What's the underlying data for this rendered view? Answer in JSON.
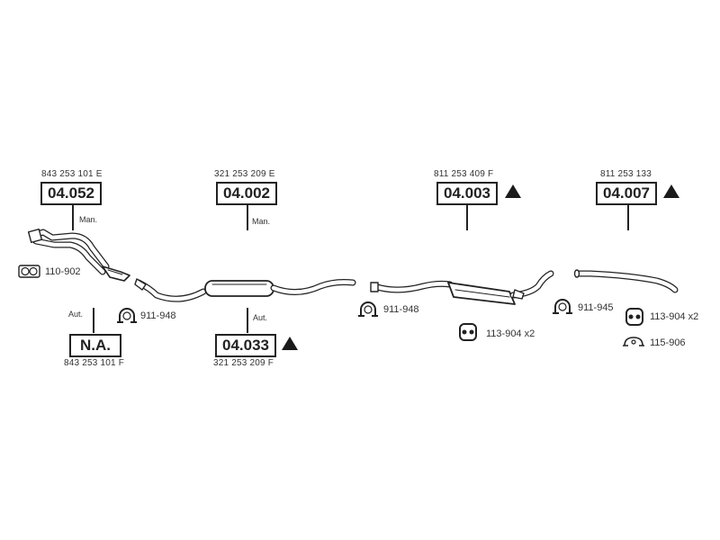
{
  "parts": {
    "p1": {
      "ref": "04.052",
      "oem": "843 253 101 E",
      "note": "Man."
    },
    "p2": {
      "ref": "N.A.",
      "oem": "843 253 101 F",
      "note": "Aut."
    },
    "p3": {
      "ref": "04.002",
      "oem": "321 253 209 E",
      "note": "Man."
    },
    "p4": {
      "ref": "04.033",
      "oem": "321 253 209 F",
      "note": "Aut."
    },
    "p5": {
      "ref": "04.003",
      "oem": "811 253 409 F"
    },
    "p6": {
      "ref": "04.007",
      "oem": "811 253 133"
    }
  },
  "accessories": {
    "a1": {
      "code": "110-902",
      "icon": "gasket-icon"
    },
    "a2": {
      "code": "911-948",
      "icon": "clamp-icon"
    },
    "a3": {
      "code": "911-948",
      "icon": "clamp-icon"
    },
    "a4": {
      "code": "113-904 x2",
      "icon": "rubber-hanger-icon"
    },
    "a5": {
      "code": "911-945",
      "icon": "clamp-icon"
    },
    "a6": {
      "code": "113-904 x2",
      "icon": "rubber-hanger-icon"
    },
    "a7": {
      "code": "115-906",
      "icon": "bracket-icon"
    }
  },
  "colors": {
    "line": "#222222",
    "fill": "#ffffff"
  }
}
